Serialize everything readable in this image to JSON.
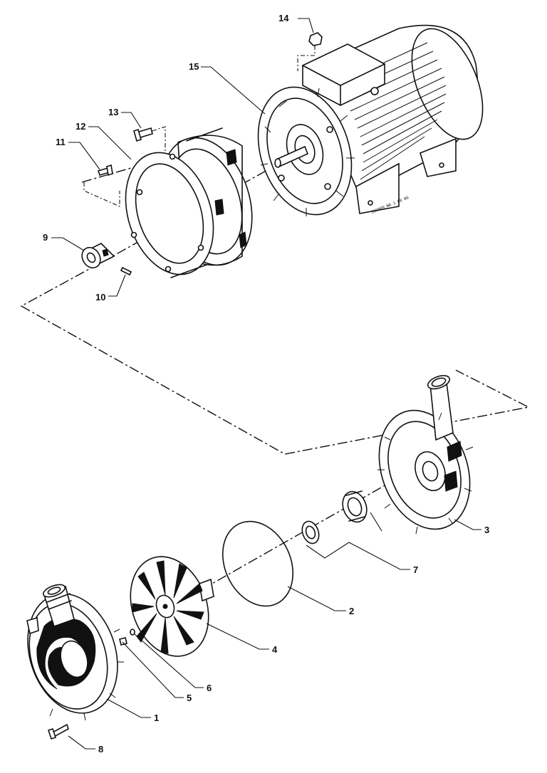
{
  "diagram": {
    "drawing_code": "36K809 NA 1 08 06",
    "callouts": [
      {
        "id": "part-1",
        "label": "1"
      },
      {
        "id": "part-2",
        "label": "2"
      },
      {
        "id": "part-3",
        "label": "3"
      },
      {
        "id": "part-4",
        "label": "4"
      },
      {
        "id": "part-5",
        "label": "5"
      },
      {
        "id": "part-6",
        "label": "6"
      },
      {
        "id": "part-7",
        "label": "7"
      },
      {
        "id": "part-8",
        "label": "8"
      },
      {
        "id": "part-9",
        "label": "9"
      },
      {
        "id": "part-10",
        "label": "10"
      },
      {
        "id": "part-11",
        "label": "11"
      },
      {
        "id": "part-12",
        "label": "12"
      },
      {
        "id": "part-13",
        "label": "13"
      },
      {
        "id": "part-14",
        "label": "14"
      },
      {
        "id": "part-15",
        "label": "15"
      }
    ]
  }
}
